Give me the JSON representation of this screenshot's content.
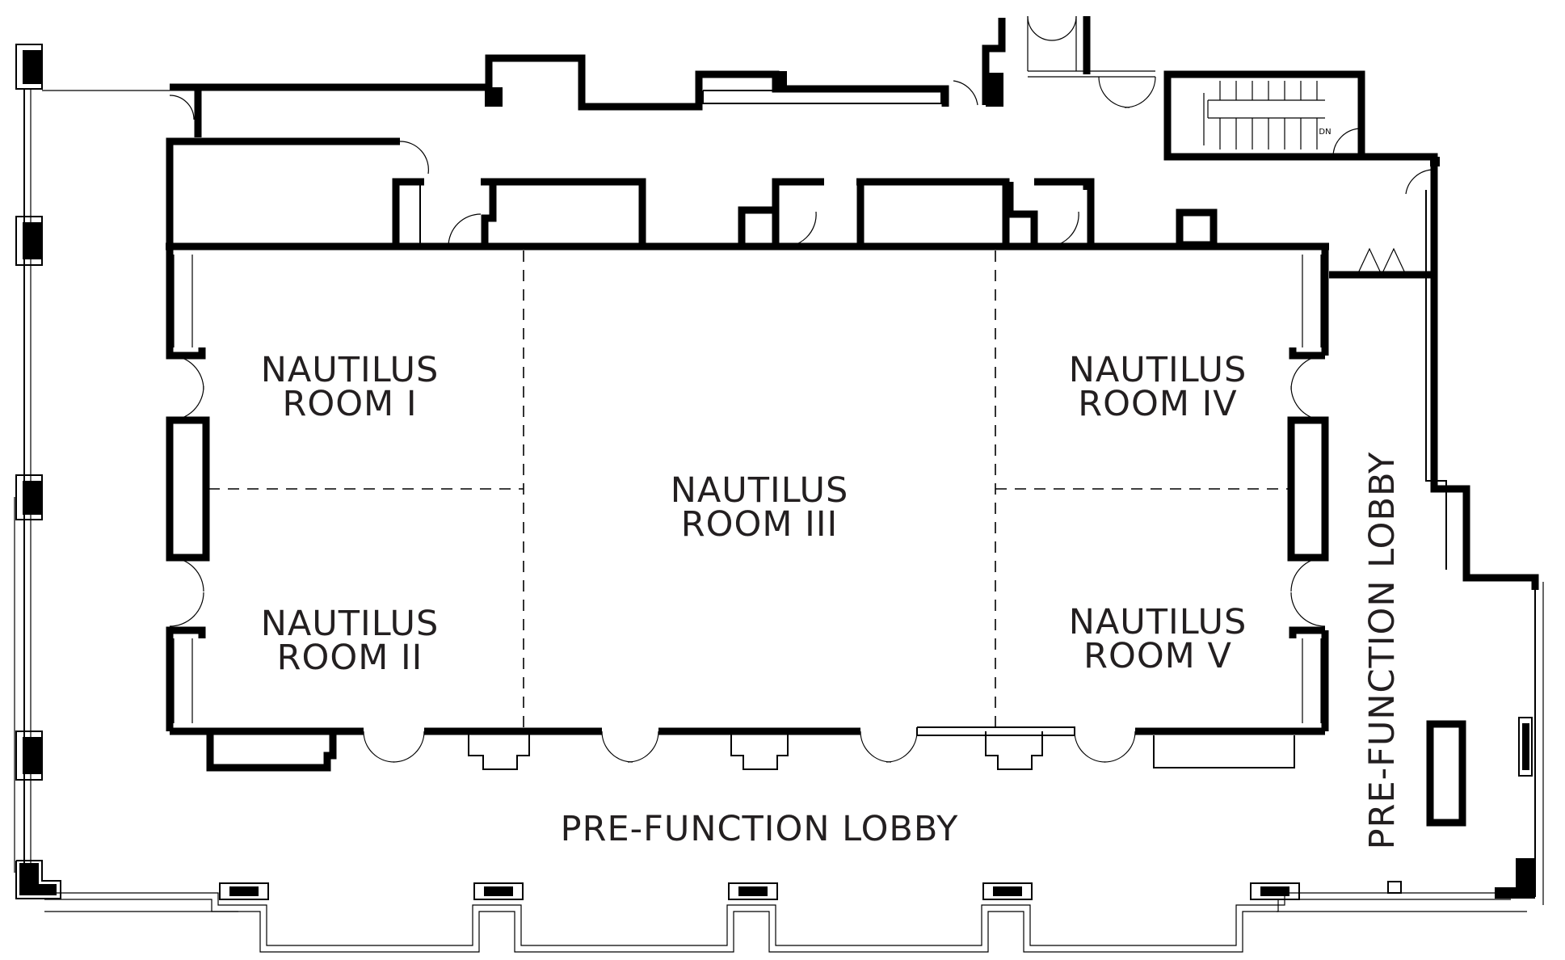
{
  "rooms": {
    "room1": {
      "line1": "NAUTILUS",
      "line2": "ROOM I"
    },
    "room2": {
      "line1": "NAUTILUS",
      "line2": "ROOM II"
    },
    "room3": {
      "line1": "NAUTILUS",
      "line2": "ROOM III"
    },
    "room4": {
      "line1": "NAUTILUS",
      "line2": "ROOM IV"
    },
    "room5": {
      "line1": "NAUTILUS",
      "line2": "ROOM V"
    }
  },
  "lobbies": {
    "south": "PRE-FUNCTION LOBBY",
    "east": "PRE-FUNCTION LOBBY"
  },
  "stairs": {
    "label": "DN"
  }
}
